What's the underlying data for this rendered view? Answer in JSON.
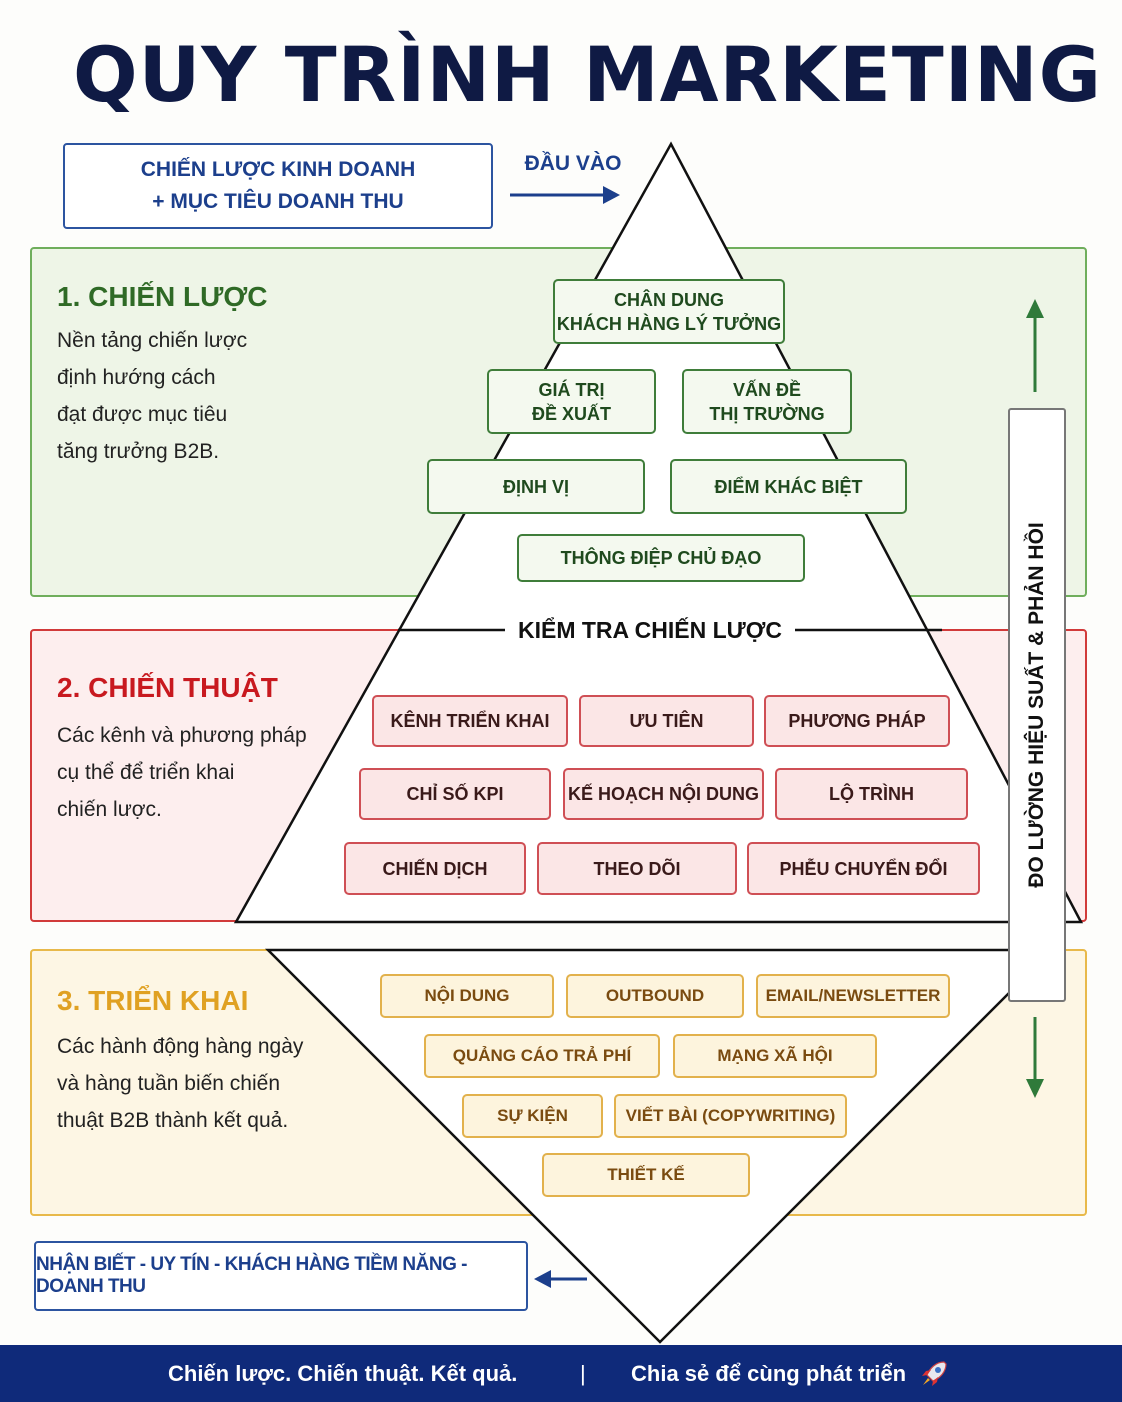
{
  "title": "QUY TRÌNH MARKETING",
  "input_box": {
    "line1": "CHIẾN LƯỢC KINH DOANH",
    "line2": "+ MỤC TIÊU DOANH THU"
  },
  "input_label": "ĐẦU VÀO",
  "sections": [
    {
      "title": "1. CHIẾN LƯỢC",
      "desc": [
        "Nền tảng chiến lược",
        "định hướng cách",
        "đạt được mục tiêu",
        "tăng trưởng B2B."
      ],
      "color": "#2f6a26"
    },
    {
      "title": "2. CHIẾN THUẬT",
      "desc": [
        "Các kênh và phương pháp",
        "cụ thể để triển khai",
        "chiến lược."
      ],
      "color": "#c8191f"
    },
    {
      "title": "3. TRIỂN KHAI",
      "desc": [
        "Các hành động hàng ngày",
        "và hàng tuần biến chiến",
        "thuật B2B thành kết quả."
      ],
      "color": "#e0a122"
    }
  ],
  "strategy_items": {
    "persona": [
      "CHÂN DUNG",
      "KHÁCH HÀNG LÝ TƯỞNG"
    ],
    "value": [
      "GIÁ TRỊ",
      "ĐỀ XUẤT"
    ],
    "problem": [
      "VẤN ĐỀ",
      "THỊ TRƯỜNG"
    ],
    "positioning": "ĐỊNH VỊ",
    "difference": "ĐIỂM KHÁC BIỆT",
    "message": "THÔNG ĐIỆP CHỦ ĐẠO"
  },
  "check_label": "KIỂM TRA CHIẾN LƯỢC",
  "tactic_items": [
    "KÊNH TRIỂN KHAI",
    "ƯU TIÊN",
    "PHƯƠNG PHÁP",
    "CHỈ SỐ KPI",
    "KẾ HOẠCH NỘI DUNG",
    "LỘ TRÌNH",
    "CHIẾN DỊCH",
    "THEO DÕI",
    "PHỄU CHUYỂN ĐỔI"
  ],
  "execution_items": [
    "NỘI DUNG",
    "OUTBOUND",
    "EMAIL/NEWSLETTER",
    "QUẢNG CÁO TRẢ PHÍ",
    "MẠNG XÃ HỘI",
    "SỰ KIỆN",
    "VIẾT BÀI (COPYWRITING)",
    "THIẾT KẾ"
  ],
  "side_label": "ĐO LƯỜNG HIỆU SUẤT & PHẢN HỒI",
  "output_box": "NHẬN BIẾT - UY TÍN - KHÁCH HÀNG TIỀM NĂNG - DOANH THU",
  "footer": {
    "left": "Chiến lược.  Chiến thuật. Kết quả.",
    "divider": "|",
    "right": "Chia sẻ để cùng phát triển",
    "icon": "rocket-icon"
  },
  "colors": {
    "navy": "#0f1a44",
    "blue": "#1c3f8c",
    "green": "#2f6a26",
    "red": "#c8191f",
    "yellow": "#e0a122",
    "footer": "#0f2a7a"
  }
}
